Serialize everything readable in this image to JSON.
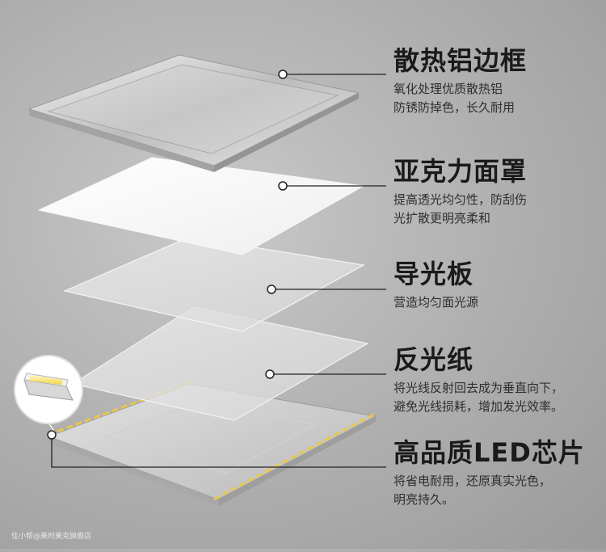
{
  "layers": [
    {
      "title": "散热铝边框",
      "desc": [
        "氧化处理优质散热铝",
        "防锈防掉色，长久耐用"
      ]
    },
    {
      "title": "亚克力面罩",
      "desc": [
        "提高透光均匀性，防刮伤",
        "光扩散更明亮柔和"
      ]
    },
    {
      "title": "导光板",
      "desc": [
        "营造均匀面光源"
      ]
    },
    {
      "title": "反光纸",
      "desc": [
        "将光线反射回去成为垂直向下，",
        "避免光线损耗，增加发光效率。"
      ]
    },
    {
      "title": "高品质LED芯片",
      "desc": [
        "将省电耐用，还原真实光色，",
        "明亮持久。"
      ]
    }
  ],
  "watermark": "住小帮@美时美克旗舰店"
}
